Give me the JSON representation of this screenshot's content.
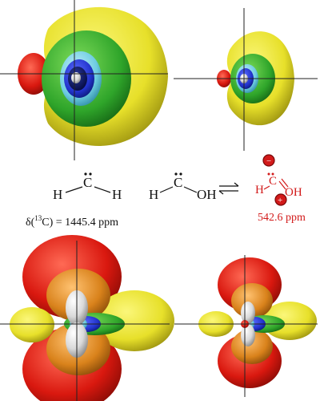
{
  "molecules": {
    "left": {
      "atom_h1": "H",
      "atom_c": "C",
      "atom_h2": "H",
      "shift_prefix": "δ(",
      "shift_isotope": "13",
      "shift_suffix": "C) = 1445.4 ppm"
    },
    "middle": {
      "atom_h": "H",
      "atom_c": "C",
      "atom_oh": "OH"
    },
    "right": {
      "atom_h": "H",
      "atom_c": "C",
      "atom_oh": "OH",
      "charge_minus": "−",
      "charge_plus": "+",
      "shift_text": "542.6 ppm"
    }
  },
  "colors": {
    "yellow": "#e8e22a",
    "green": "#2fa52a",
    "cyan": "#7fd6e8",
    "blue": "#2233cc",
    "navy": "#0a1466",
    "red": "#d9180f",
    "orange": "#d9821b",
    "white": "#e8e8e8",
    "label_red": "#d21a1a"
  }
}
